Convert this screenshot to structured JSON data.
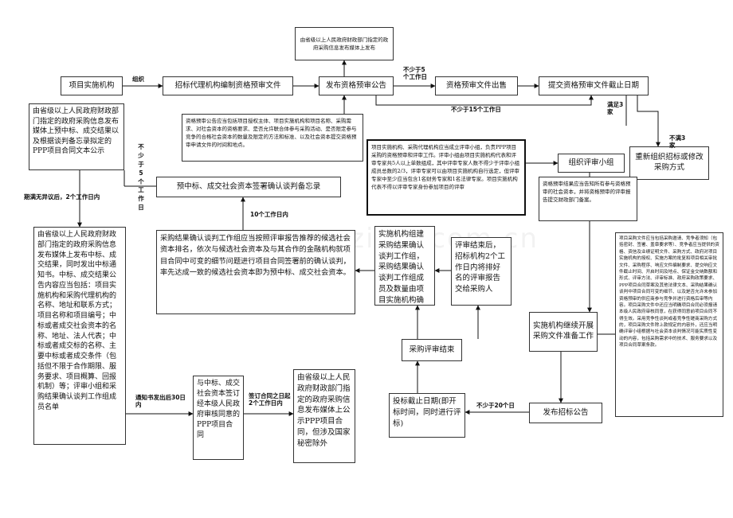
{
  "nodes": {
    "n1": "由省级以上人民政府财政部门指定的政府采购信息发布媒体上发布",
    "n2": "项目实施机构",
    "n3": "招标代理机构编制资格预审文件",
    "n4": "发布资格预审公告",
    "n5": "资格预审文件出售",
    "n6": "提交资格预审文件截止日期",
    "n7": "资格预审公告应当包括项目授权主体、项目实施机构和项目名称、采购需求、对社会资本的资格要求、是否允许联合体参与采购活动、是否限定参与竞争的合格社会资本的数量及限定的方法和标准、以及社会资本提交资格预审申请文件的时间和地点。",
    "n8": "由省级以上人民政府财政部门指定的政府采购信息发布媒体上预中标、成交结果以及根据谈判备忘录拟定的PPP项目合同文本公示",
    "n9": "项目实施机构、采购代理机构应当成立评审小组，负责PPP项目采购的资格预审和评审工作。评审小组由项目实施机构代表和评审专家共5人以上单数组成，其中评审专家人数不得少于评审小组成员总数的2/3，评审专家可以由项目实施机构自行选定，但评审专家中至少应当包含1名财务专家和1名法律专家。项目实施机构代表不得以评审专家身份参加项目的评审",
    "n10": "组织评审小组",
    "n11": "重新组织招标或修改采购方式",
    "n12": "预中标、成交社会资本签署确认谈判备忘录",
    "n13": "资格预审结果应当告知所有参与资格预审的社会资本，并将资格预审的评审报告提交财政部门备案。",
    "n14": "由省级以上人民政府财政部门指定的政府采购信息发布媒体上发布中标、成交结果，同时发出中标通知书。中标、成交结果公告内容应当包括：项目实施机构和采购代理机构的名称、地址和联系方式；项目名称和项目编号；中标或者成交社会资本的名称、地址、法人代表；中标或者成交标的名称、主要中标或者成交条件（包括但不限于合作期限、服务要求、项目概算、回报机制）等；评审小组和采购结果确认谈判工作组成员名单",
    "n15": "采购结果确认谈判工作组应当按照评审报告推荐的候选社会资本排名，依次与候选社会资本及与其合作的金融机构就项目合同中可变的细节问题进行项目合同签署前的确认谈判，率先达成一致的候选社会资本即为预中标、成交社会资本。",
    "n16": "实施机构组建采购结果确认谈判工作组，采购结果确认谈判工作组成员及数量由项目实施机构确定",
    "n17": "评审结束后，招标机构2个工作日内将排好名的评审报告交给采购人",
    "n18": "实施机构继续开展采购文件准备工作",
    "n19": "项目采购文件应当包括采购邀请、竞争者须知（包括密封、签署、盖章要求等）、竞争者应当提供的资格、资信及业绩证明文件、采购方式、政府对项目实施机构的授权、实施方案的批复和项目相关审批文件、采购程序、响应文件编制要求、提交响应文件截止时间、开启时间及地点、保证金交纳数额和形式、评审方法、评审标准、政府采购政策要求、PPP项目合同草案及其他法律文本、采购结果确认谈判中项目合同可变的细节、以及是否允许未参加资格预审的供应商参与竞争并进行资格后审等内容。项目采购文件中还应当明确项目合同必须报请本级人民政府审核同意，在获得同意前项目合同不得生效。采用竞争性谈判或者竞争性磋商采购方式的，项目采购文件除上款规定的内容外，还应当明确评审小组根据与社会资本谈判情况可能实质性变动的内容，包括采购需求中的技术、服务要求以及项目合同草案条款。",
    "n20": "采购评审结束",
    "n21": "与中标、成交社会资本签订经本级人民政府审核同意的PPP项目合同",
    "n22": "由省级以上人民政府财政部门指定的政府采购信息发布媒体上公示PPP项目合同，但涉及国家秘密除外",
    "n23": "投标截止日期(即开标时间，同时进行评标)",
    "n24": "发布招标公告"
  },
  "labels": {
    "organize": "组织",
    "min5_top": "不少于5个工作日",
    "min15": "不少于15个工作日",
    "satisfy3": "满足3家",
    "less3": "不满3家",
    "min5_side": "不少于5个工作日",
    "expiry2": "期满无异议后，2个工作日内",
    "days10": "10个工作日内",
    "notice30": "通知书发出后30日内",
    "sign2": "签订合同之日起2个工作日内",
    "min20": "不少于20个日"
  },
  "watermark": "www.zixin.com.cn"
}
